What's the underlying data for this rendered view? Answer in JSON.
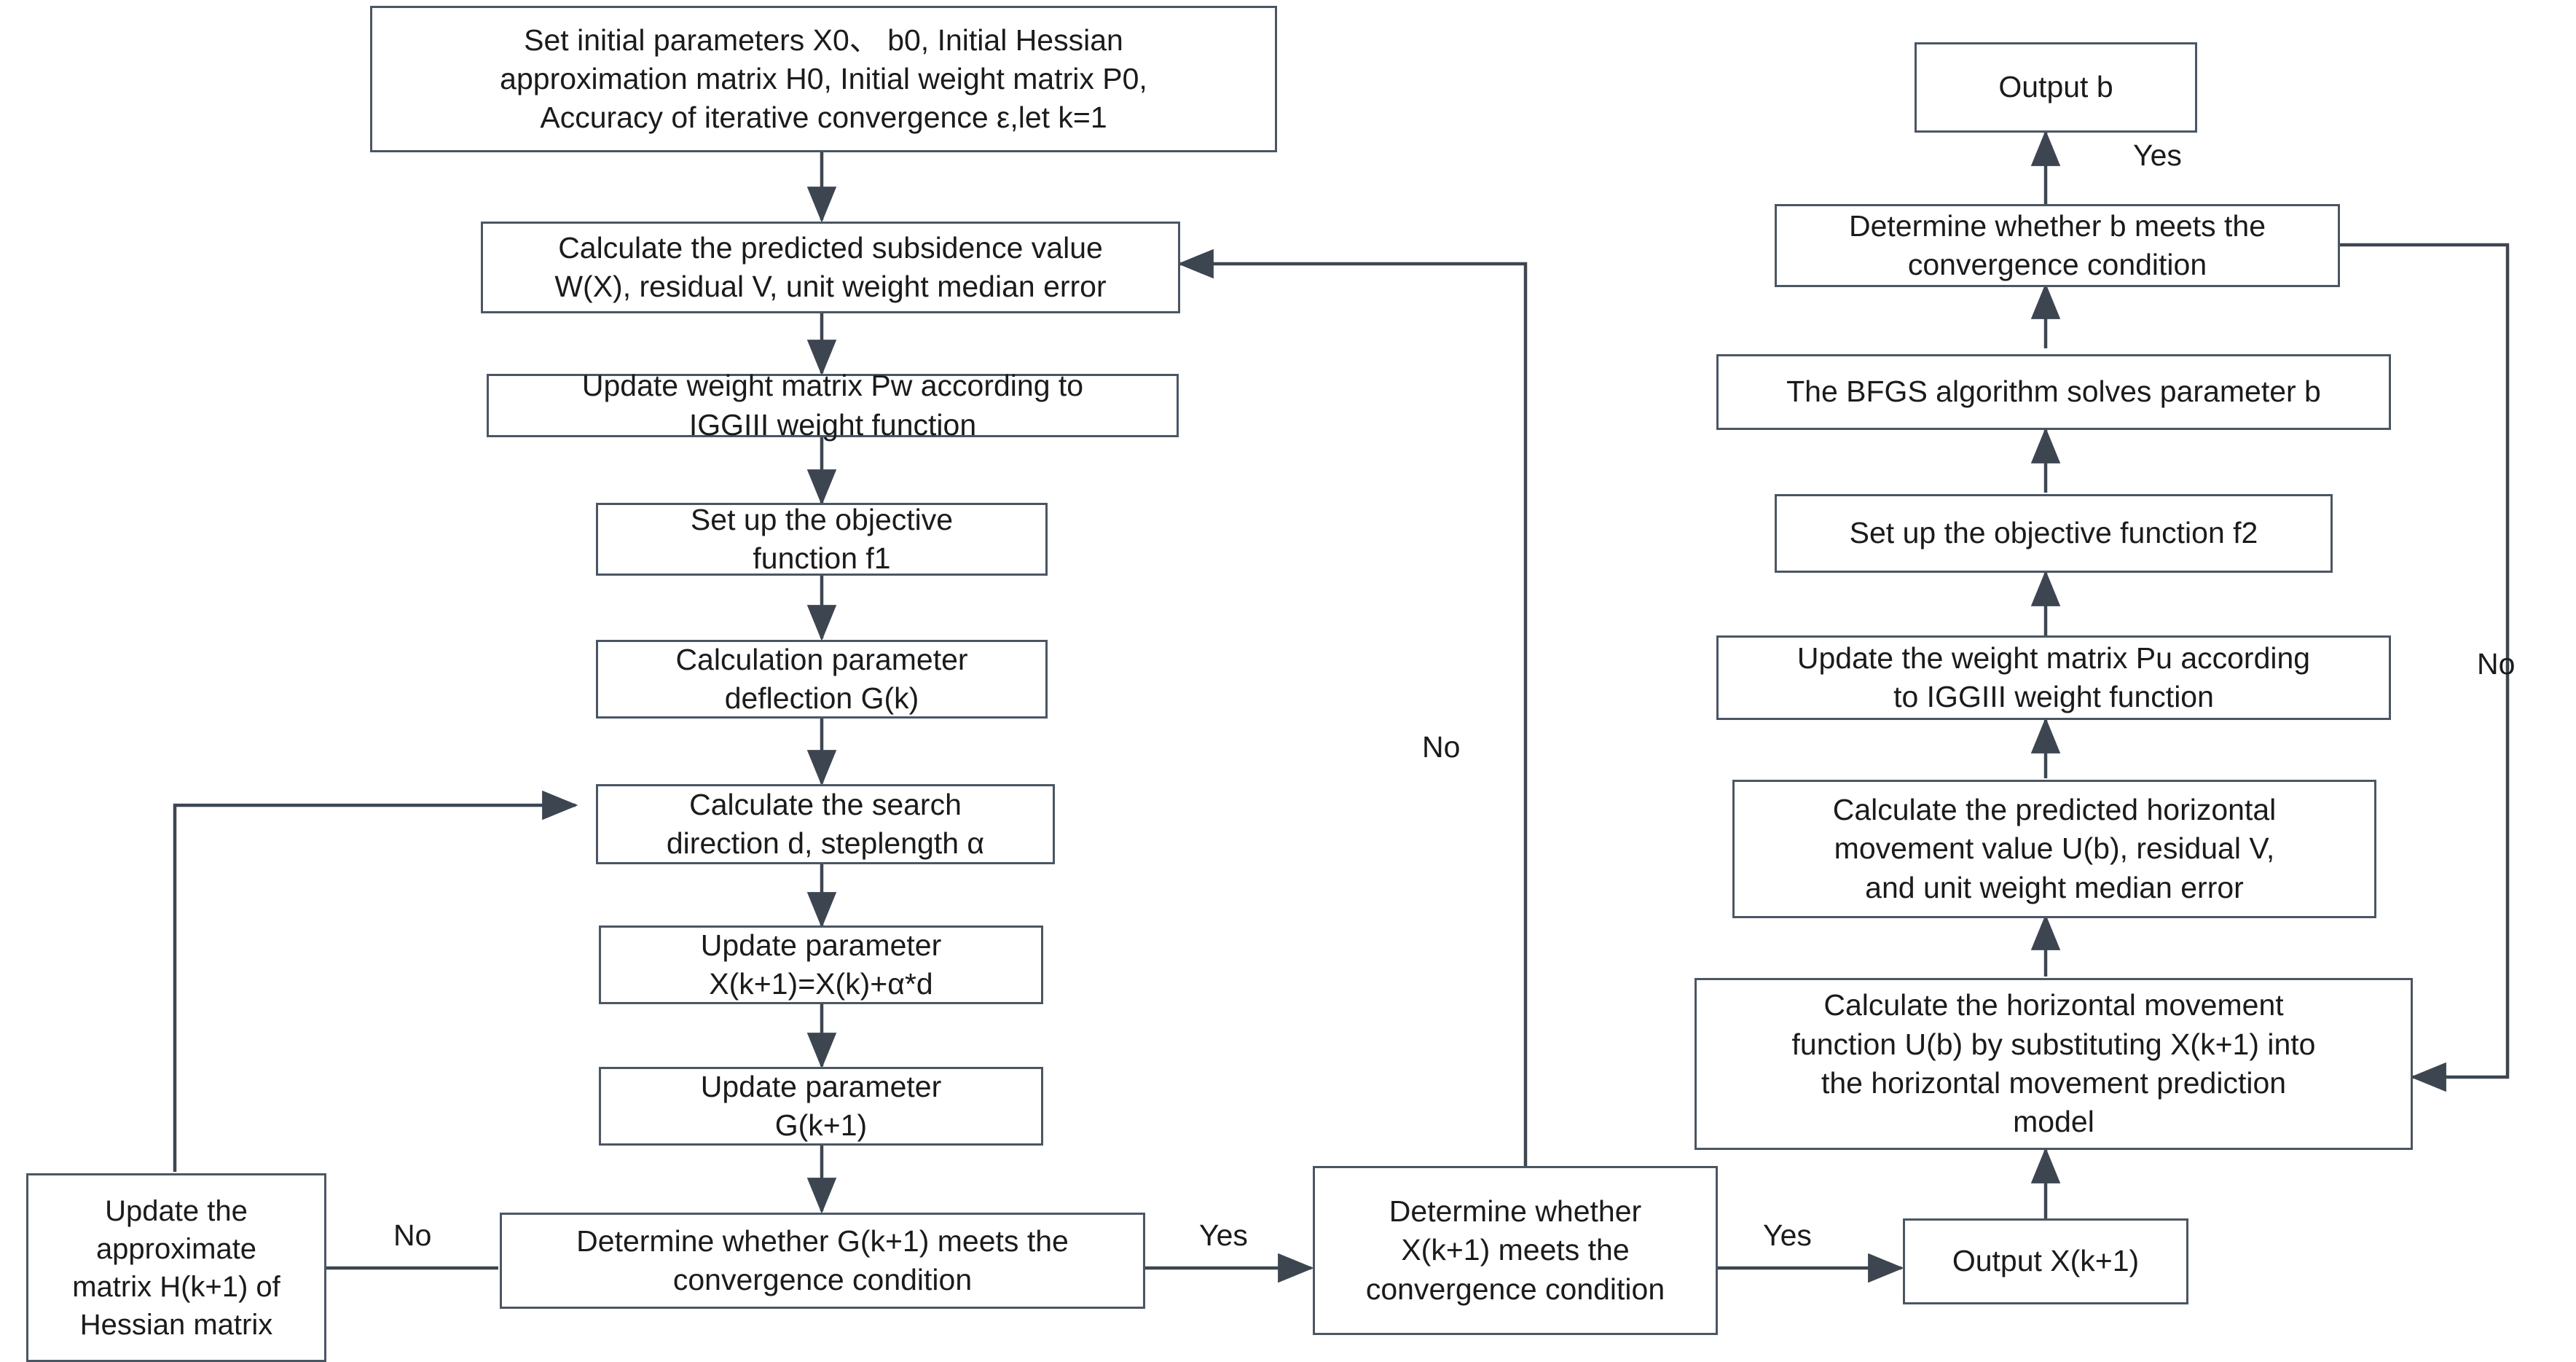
{
  "diagram": {
    "title": "BFGS robust parameter estimation flowchart",
    "stroke_color": "#4b5663",
    "line_color": "#3d4650",
    "text_color": "#1b1b1b",
    "background_color": "#ffffff"
  },
  "nodes": {
    "init_params": "Set initial parameters X0、 b0,  Initial Hessian\napproximation matrix H0,  Initial weight matrix P0,\nAccuracy of iterative convergence ε,let k=1",
    "calc_subsidence": "Calculate the predicted subsidence value\nW(X), residual V, unit weight median error",
    "update_pw": "Update weight matrix Pw according to\nIGGIII weight function",
    "objective_f1": "Set up the objective\nfunction f1",
    "param_deflection": "Calculation parameter\ndeflection G(k)",
    "search_direction": "Calculate the search\ndirection d, steplength α",
    "update_x": "Update parameter\nX(k+1)=X(k)+α*d",
    "update_g": "Update parameter\nG(k+1)",
    "check_g": "Determine whether G(k+1) meets the\nconvergence condition",
    "update_hessian": "Update the\napproximate\nmatrix H(k+1) of\nHessian matrix",
    "check_x": "Determine whether\nX(k+1) meets the\nconvergence condition",
    "output_x": "Output X(k+1)",
    "calc_horizontal_fn": "Calculate the horizontal movement\nfunction U(b) by substituting X(k+1) into\nthe horizontal movement prediction\nmodel",
    "calc_horizontal_val": "Calculate the predicted horizontal\nmovement value U(b), residual V,\nand unit weight median error",
    "update_pu": "Update the weight matrix Pu according\nto IGGIII weight function",
    "objective_f2": "Set up the objective function f2",
    "bfgs_solve": "The BFGS algorithm solves parameter b",
    "check_b": "Determine whether b meets the\nconvergence condition",
    "output_b": "Output b"
  },
  "edge_labels": {
    "g_no": "No",
    "g_yes": "Yes",
    "x_no": "No",
    "x_yes": "Yes",
    "b_yes": "Yes",
    "b_no": "No"
  }
}
